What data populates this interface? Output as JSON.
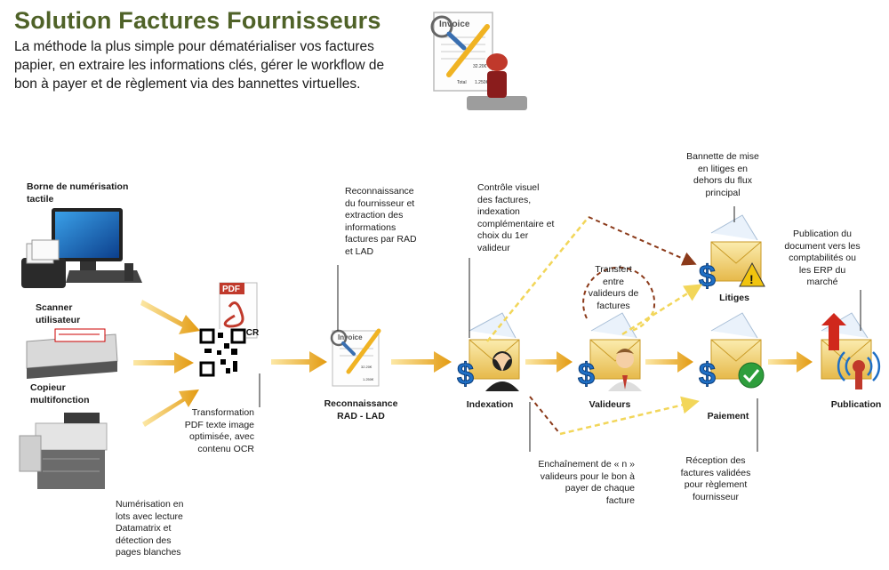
{
  "header": {
    "title": "Solution Factures Fournisseurs",
    "subtitle": "La méthode la plus simple pour dématérialiser vos factures papier, en extraire les informations clés, gérer le workflow de bon à payer et de règlement via des bannettes virtuelles."
  },
  "icons": {
    "invoice_word": "Invoice",
    "invoice_amount": "32.20€",
    "invoice_total_label": "Total",
    "invoice_total_value": "1.250€",
    "pdf_badge": "PDF",
    "ocr_badge": "OCR",
    "small_invoice_amount": "32.20€",
    "small_invoice_total": "1.250€"
  },
  "inputs": {
    "borne": "Borne de numérisation tactile",
    "scanner": "Scanner utilisateur",
    "copieur": "Copieur multifonction",
    "numerisation_note": "Numérisation en lots avec lecture Datamatrix et détection des pages blanches"
  },
  "steps": {
    "transformation_note": "Transformation PDF texte image optimisée, avec contenu OCR",
    "reconnaissance_label": "Reconnaissance RAD - LAD",
    "reconnaissance_note": "Reconnaissance du fournisseur et extraction des informations factures par RAD et LAD",
    "indexation_label": "Indexation",
    "indexation_note": "Contrôle visuel des factures, indexation complémentaire et choix du 1er valideur",
    "valideurs_label": "Valideurs",
    "transfert_note": "Transfert entre valideurs de factures",
    "enchainement_note": "Enchaînement de « n » valideurs pour le bon à payer de chaque facture",
    "litiges_label": "Litiges",
    "litiges_note": "Bannette de mise en litiges en dehors du flux principal",
    "paiement_label": "Paiement",
    "paiement_note": "Réception des factures validées pour règlement fournisseur",
    "publication_label": "Publication",
    "publication_note": "Publication du document vers les comptabilités ou les ERP du marché"
  },
  "colors": {
    "title": "#4f6228",
    "arrow": "#e8a317",
    "arrow_dark": "#c27c0e",
    "dashed_light": "#f2d65a",
    "dashed_dark": "#8b3a1a",
    "dollar": "#1f6fc5",
    "envelope": "#f1d477"
  }
}
